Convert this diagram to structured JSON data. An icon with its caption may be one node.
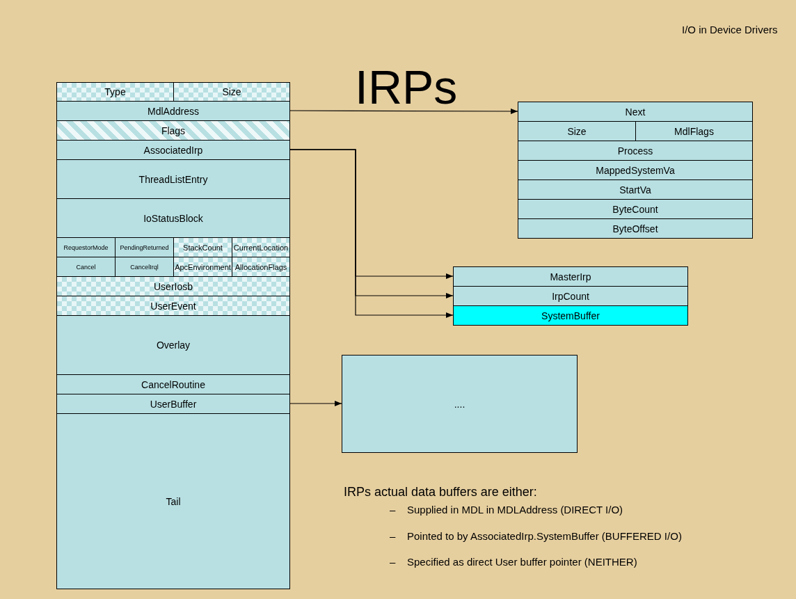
{
  "diagram": {
    "title": "IRPs",
    "nodes": [
      {
        "text": [
          "Type"
        ]
      },
      {
        "text": [
          "Size"
        ]
      },
      {
        "text": [
          "MdlAddress"
        ]
      },
      {
        "text": [
          "Flags"
        ]
      },
      {
        "text": [
          "AssociatedIrp"
        ]
      },
      {
        "text": [
          "ThreadListEntry"
        ]
      },
      {
        "text": [
          "IoStatusBlock"
        ]
      },
      {
        "text": [
          "RequestorMode"
        ]
      },
      {
        "text": [
          "PendingReturned"
        ]
      },
      {
        "text": [
          "StackCount"
        ]
      },
      {
        "text": [
          "CurrentLocation"
        ]
      },
      {
        "text": [
          "Cancel"
        ]
      },
      {
        "text": [
          "CancelIrql"
        ]
      },
      {
        "text": [
          "ApcEnvironment"
        ]
      },
      {
        "text": [
          "AllocationFlags"
        ]
      },
      {
        "text": [
          "UserIosb"
        ]
      },
      {
        "text": [
          "UserEvent"
        ]
      },
      {
        "text": [
          "Overlay"
        ]
      },
      {
        "text": [
          "CancelRoutine"
        ]
      },
      {
        "text": [
          "UserBuffer"
        ]
      },
      {
        "text": [
          "Tail"
        ]
      },
      {
        "text": [
          "Next"
        ]
      },
      {
        "text": [
          "Size"
        ]
      },
      {
        "text": [
          "MdlFlags"
        ]
      },
      {
        "text": [
          "Process"
        ]
      },
      {
        "text": [
          "MappedSystemVa"
        ]
      },
      {
        "text": [
          "StartVa"
        ]
      },
      {
        "text": [
          "ByteCount"
        ]
      },
      {
        "text": [
          "ByteOffset"
        ]
      },
      {
        "text": [
          "MasterIrp"
        ]
      },
      {
        "text": [
          "IrpCount"
        ]
      },
      {
        "text": [
          "SystemBuffer"
        ]
      },
      {
        "text": [
          "...."
        ]
      }
    ],
    "edges": [
      {
        "from": 2,
        "to": 21,
        "arrow": "to"
      },
      {
        "from": 4,
        "to": 29,
        "arrow": "to"
      },
      {
        "from": 4,
        "to": 30,
        "arrow": "to"
      },
      {
        "from": 4,
        "to": 31,
        "arrow": "to"
      },
      {
        "from": 19,
        "to": 32,
        "arrow": "to"
      }
    ],
    "labels": [
      "I/O in Device Drivers",
      "IRPs actual data buffers are either:",
      "–",
      "Supplied in MDL in MDLAddress (DIRECT I/O)",
      "–",
      "Pointed to by AssociatedIrp.SystemBuffer (BUFFERED I/O)",
      "–",
      "Specified as direct User buffer pointer (NEITHER)"
    ]
  }
}
